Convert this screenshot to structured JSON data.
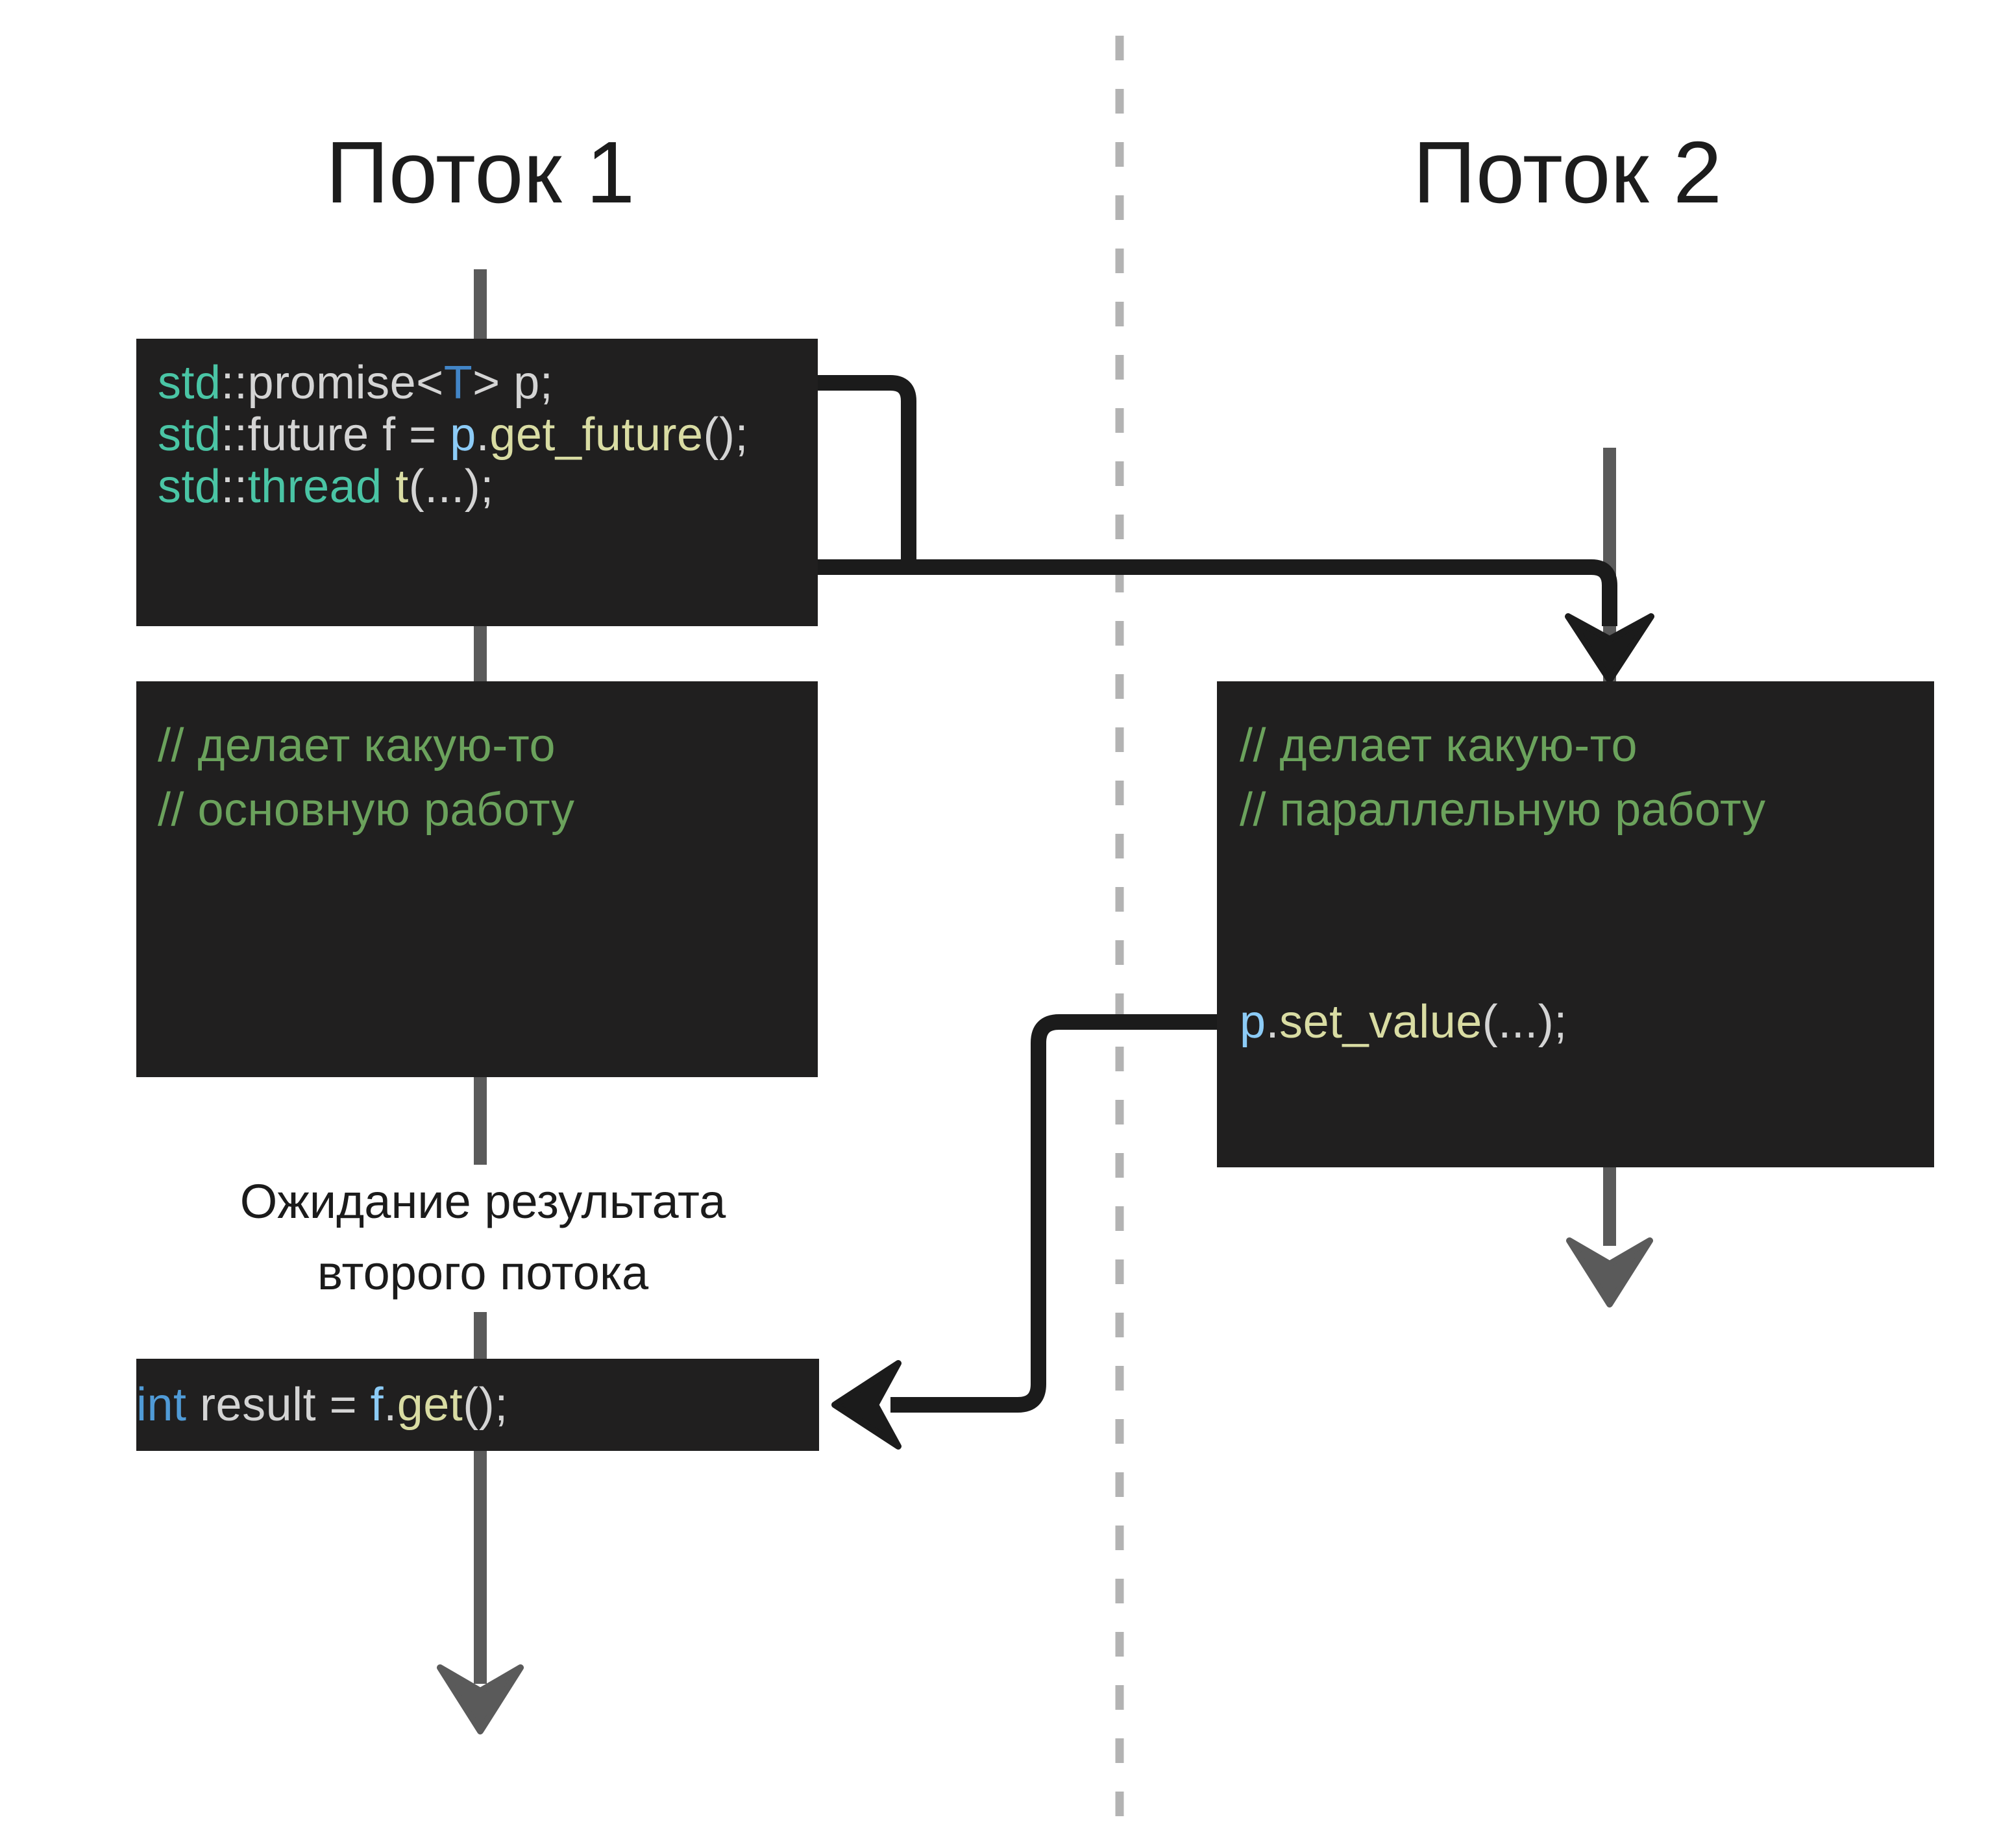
{
  "titles": {
    "thread1": "Поток 1",
    "thread2": "Поток 2"
  },
  "note": {
    "line1": "Ожидание результата",
    "line2": "второго потока"
  },
  "code": {
    "setup": [
      [
        {
          "t": "std",
          "c": "teal"
        },
        {
          "t": "::promise<",
          "c": "gray"
        },
        {
          "t": "T",
          "c": "type_blue"
        },
        {
          "t": "> p;",
          "c": "gray"
        }
      ],
      [
        {
          "t": "std",
          "c": "teal"
        },
        {
          "t": "::future f = ",
          "c": "gray"
        },
        {
          "t": "p",
          "c": "var_blue"
        },
        {
          "t": ".",
          "c": "gray"
        },
        {
          "t": "get_future",
          "c": "yellow"
        },
        {
          "t": "();",
          "c": "gray"
        }
      ],
      [
        {
          "t": "std",
          "c": "teal"
        },
        {
          "t": "::",
          "c": "gray"
        },
        {
          "t": "thread",
          "c": "teal"
        },
        {
          "t": " ",
          "c": "gray"
        },
        {
          "t": "t",
          "c": "yellow"
        },
        {
          "t": "(...);",
          "c": "gray"
        }
      ]
    ],
    "main_comments": [
      [
        {
          "t": "// делает какую-то",
          "c": "green"
        }
      ],
      [
        {
          "t": "// основную работу",
          "c": "green"
        }
      ]
    ],
    "parallel_comments": [
      [
        {
          "t": "// делает какую-то",
          "c": "green"
        }
      ],
      [
        {
          "t": "// параллельную работу",
          "c": "green"
        }
      ]
    ],
    "parallel_call": [
      [
        {
          "t": "p",
          "c": "var_blue"
        },
        {
          "t": ".",
          "c": "gray"
        },
        {
          "t": "set_value",
          "c": "yellow"
        },
        {
          "t": "(...);",
          "c": "gray"
        }
      ]
    ],
    "result": [
      [
        {
          "t": "int",
          "c": "keyword_blue"
        },
        {
          "t": " result = ",
          "c": "gray"
        },
        {
          "t": "f",
          "c": "var_blue"
        },
        {
          "t": ".",
          "c": "gray"
        },
        {
          "t": "get",
          "c": "yellow"
        },
        {
          "t": "();",
          "c": "gray"
        }
      ]
    ]
  },
  "colors": {
    "background": "#FFFFFF",
    "block_bg": "#201F1F",
    "title_text": "#1C1C1C",
    "note_text": "#1B1B1B",
    "divider": "#B3B3B3",
    "thread_line": "#5A5A5A",
    "connector": "#1B1B1B",
    "teal": "#4AC5A5",
    "gray": "#D4D4D4",
    "type_blue": "#4285C7",
    "keyword_blue": "#509BD7",
    "var_blue": "#8CCBF6",
    "yellow": "#D9DCA3",
    "green": "#6BA25C"
  }
}
